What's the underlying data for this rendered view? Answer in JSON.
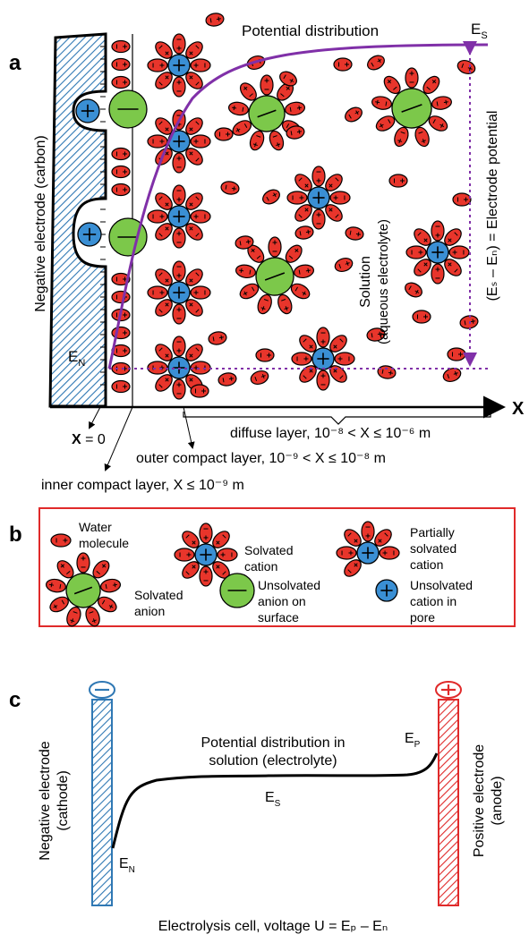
{
  "panel_a": {
    "letter": "a",
    "electrode_label": "Negative electrode (carbon)",
    "potential_title": "Potential distribution",
    "es_main": "E",
    "es_sub": "S",
    "en_main": "E",
    "en_sub": "N",
    "x_axis": "X",
    "solution_line1": "Solution",
    "solution_line2": "(aqueous electrolyte)",
    "electrode_potential": "(Eₛ – Eₙ) = Electrode potential",
    "x_zero_bold": "X",
    "x_zero_rest": " = 0",
    "diffuse_label": "diffuse layer, 10⁻⁸ < X ≤ 10⁻⁶ m",
    "outer_label": "outer compact layer, 10⁻⁹ < X ≤ 10⁻⁸ m",
    "inner_label": "inner compact layer, X ≤ 10⁻⁹ m"
  },
  "panel_b": {
    "letter": "b",
    "water_l1": "Water",
    "water_l2": "molecule",
    "solv_cat_l1": "Solvated",
    "solv_cat_l2": "cation",
    "part_l1": "Partially",
    "part_l2": "solvated",
    "part_l3": "cation",
    "solv_an_l1": "Solvated",
    "solv_an_l2": "anion",
    "unsolv_an_l1": "Unsolvated",
    "unsolv_an_l2": "anion on",
    "unsolv_an_l3": "surface",
    "unsolv_cat_l1": "Unsolvated",
    "unsolv_cat_l2": "cation in",
    "unsolv_cat_l3": "pore"
  },
  "panel_c": {
    "letter": "c",
    "neg_l1": "Negative electrode",
    "neg_l2": "(cathode)",
    "pos_l1": "Positive electrode",
    "pos_l2": "(anode)",
    "pot_l1": "Potential distribution in",
    "pot_l2": "solution (electrolyte)",
    "es_main": "E",
    "es_sub": "S",
    "en_main": "E",
    "en_sub": "N",
    "ep_main": "E",
    "ep_sub": "P",
    "bottom": "Electrolysis cell, voltage U = Eₚ – Eₙ"
  },
  "colors": {
    "water": "#e8352b",
    "cation": "#3a8fd4",
    "anion": "#7cc84a",
    "curve": "#8030a8",
    "neg_electrode": "#2f78b4",
    "pos_electrode": "#e02a2a",
    "panel_b_border": "#e02a2a"
  }
}
